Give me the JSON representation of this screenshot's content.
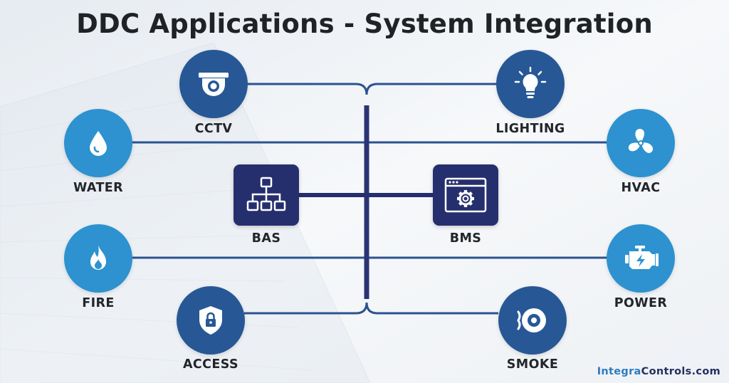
{
  "title": "DDC Applications - System Integration",
  "colors": {
    "line": "#2c5290",
    "trunk": "#2a3474",
    "circle_dark": "#275895",
    "circle_light": "#2d92cf",
    "square": "#262f6d"
  },
  "hubs": [
    {
      "label": "BAS",
      "icon": "network-hierarchy-icon"
    },
    {
      "label": "BMS",
      "icon": "browser-gear-icon"
    }
  ],
  "systems": [
    {
      "label": "CCTV",
      "icon": "security-camera-icon"
    },
    {
      "label": "WATER",
      "icon": "water-drop-icon"
    },
    {
      "label": "FIRE",
      "icon": "flame-icon"
    },
    {
      "label": "ACCESS",
      "icon": "shield-lock-icon"
    },
    {
      "label": "LIGHTING",
      "icon": "light-bulb-icon"
    },
    {
      "label": "HVAC",
      "icon": "fan-icon"
    },
    {
      "label": "POWER",
      "icon": "engine-power-icon"
    },
    {
      "label": "SMOKE",
      "icon": "smoke-detector-icon"
    }
  ],
  "brand": {
    "part1": "Integra",
    "part2": "Controls.com"
  }
}
